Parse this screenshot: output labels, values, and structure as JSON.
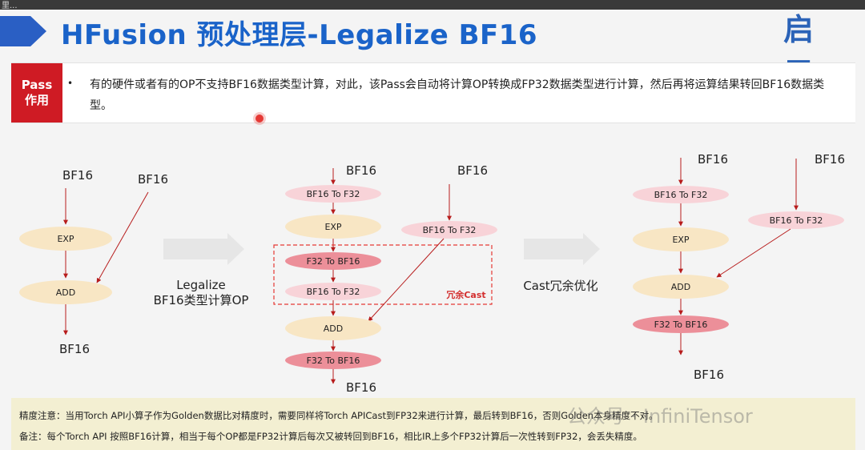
{
  "header": {
    "top_strip_text": "里...",
    "title": "HFusion 预处理层-Legalize BF16",
    "logo_text": "启元"
  },
  "pass_section": {
    "label_line1": "Pass",
    "label_line2": "作用",
    "bullet": "•",
    "text": "有的硬件或者有的OP不支持BF16数据类型计算，对此，该Pass会自动将计算OP转换成FP32数据类型进行计算，然后再将运算结果转回BF16数据类型。"
  },
  "diagram": {
    "left": {
      "input1": "BF16",
      "input2": "BF16",
      "op1": "EXP",
      "op2": "ADD",
      "output": "BF16"
    },
    "arrow1_label_line1": "Legalize",
    "arrow1_label_line2": "BF16类型计算OP",
    "middle": {
      "input1": "BF16",
      "input2": "BF16",
      "cast1": "BF16 To F32",
      "op1": "EXP",
      "cast2": "F32 To BF16",
      "cast3": "BF16 To F32",
      "cast_side": "BF16 To F32",
      "op2": "ADD",
      "cast4": "F32 To BF16",
      "output": "BF16",
      "redundant_label": "冗余Cast"
    },
    "arrow2_label": "Cast冗余优化",
    "right": {
      "input1": "BF16",
      "input2": "BF16",
      "cast1": "BF16 To F32",
      "op1": "EXP",
      "cast_side": "BF16 To F32",
      "op2": "ADD",
      "cast2": "F32 To BF16",
      "output": "BF16"
    }
  },
  "notes": {
    "line1": "精度注意：当用Torch API小算子作为Golden数据比对精度时，需要同样将Torch APICast到FP32来进行计算，最后转到BF16，否则Golden本身精度不对。",
    "line2": "备注：每个Torch API 按照BF16计算，相当于每个OP都是FP32计算后每次又被转回到BF16，相比IR上多个FP32计算后一次性转到FP32，会丢失精度。"
  },
  "watermark": "公众号 · InfiniTensor",
  "colors": {
    "title_blue": "#1a63c9",
    "pass_red": "#cf1b24",
    "op_fill": "#f8e6c4",
    "cast_light": "#f8d3d8",
    "cast_dark": "#ec8f99",
    "arrow_red": "#b71c1c",
    "note_bg": "#f3efd2"
  }
}
